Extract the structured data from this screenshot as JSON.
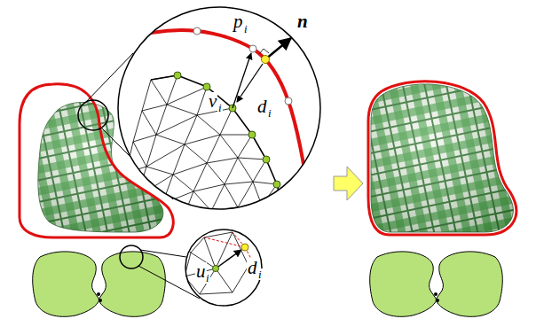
{
  "diagram": {
    "labels": [
      "p",
      "i",
      "n",
      "v",
      "i",
      "d",
      "i",
      "u",
      "i",
      "d",
      "i"
    ]
  }
}
